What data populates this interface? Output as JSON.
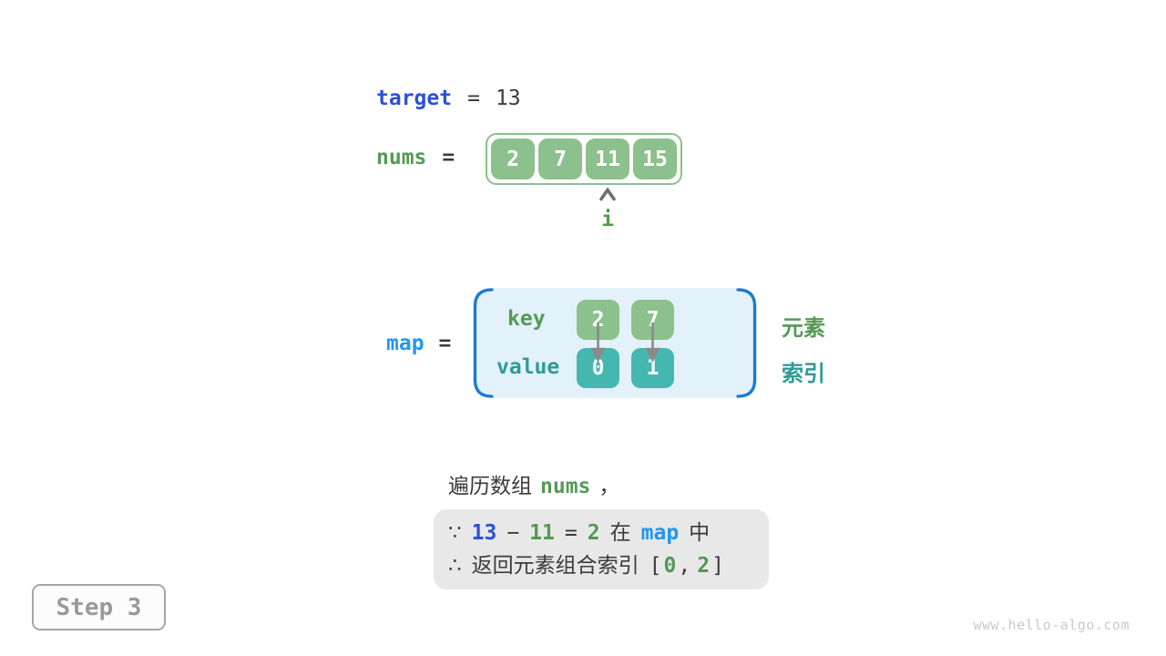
{
  "target": {
    "label": "target",
    "equals": "=",
    "value": "13"
  },
  "nums": {
    "label": "nums",
    "equals": "=",
    "values": [
      "2",
      "7",
      "11",
      "15"
    ],
    "pointer": "i"
  },
  "map": {
    "label": "map",
    "equals": "=",
    "key_label": "key",
    "value_label": "value",
    "entries": [
      {
        "key": "2",
        "value": "0"
      },
      {
        "key": "7",
        "value": "1"
      }
    ],
    "key_legend": "元素",
    "value_legend": "索引"
  },
  "caption": {
    "text": "遍历数组",
    "code": "nums",
    "comma": "，"
  },
  "conclusion": {
    "because_symbol": "∵",
    "target_value": "13",
    "minus": "−",
    "current_value": "11",
    "equals": "=",
    "complement": "2",
    "in_text": "在",
    "map_code": "map",
    "middle_text": "中",
    "therefore_symbol": "∴",
    "return_text": "返回元素组合索引",
    "bracket_open": "[",
    "index_first": "0",
    "comma": ",",
    "index_second": "2",
    "bracket_close": "]"
  },
  "step_badge": {
    "label": "Step 3"
  },
  "watermark": {
    "text": "www.hello-algo.com"
  },
  "colors": {
    "code_blue": "#2b50d8",
    "map_blue": "#2196f3",
    "green_text": "#549a54",
    "teal_text": "#2e9c95",
    "green_box": "#8cc08c",
    "teal_box": "#44b8b0",
    "bracket_blue": "#1b79d1",
    "map_bg": "#e3f1fa",
    "dark_text": "#3b3b3b",
    "arrow_gray": "#8a8a8a",
    "conclusion_bg": "#e8e8e8",
    "step_gray": "#9a9a9a"
  }
}
